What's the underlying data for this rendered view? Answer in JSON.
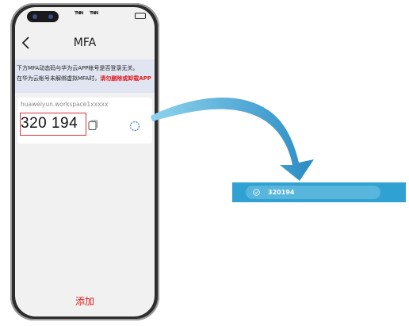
{
  "status_bar": {
    "signal_text": "ᵀᴺᴺᵀᴺᴺ"
  },
  "nav": {
    "title": "MFA"
  },
  "notice": {
    "line1": "下方MFA动态码与华为云APP帐号是否登录无关。",
    "line2_prefix": "在华为云帐号未解绑虚拟MFA时，",
    "line2_warning": "请勿删除或卸载APP"
  },
  "mfa_entry": {
    "account": "huaweiyun.workspace1xxxxx",
    "code": "320 194"
  },
  "footer": {
    "add_label": "添加"
  },
  "callout": {
    "code": "320194"
  },
  "colors": {
    "warning_red": "#e01c1c",
    "highlight_red": "#d9363b",
    "accent_blue": "#2fa2d2",
    "notice_bg": "#e1e5f1"
  },
  "icons": [
    "back-icon",
    "copy-icon",
    "timer-icon",
    "shield-icon",
    "arrow-icon"
  ]
}
